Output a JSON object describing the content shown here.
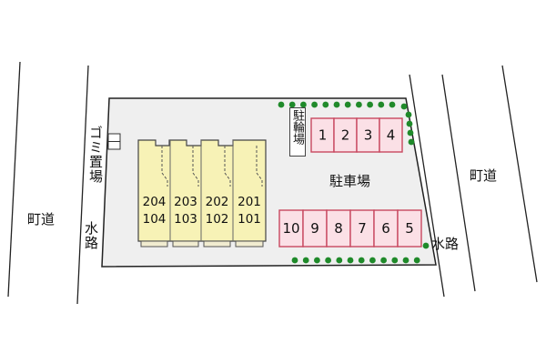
{
  "labels": {
    "road_left": "町道",
    "road_right": "町道",
    "waterway_left": "水路",
    "waterway_right": "水路",
    "garbage": "ゴミ置場",
    "bicycle_parking": "駐輪場",
    "parking_lot": "駐車場"
  },
  "parking": {
    "top_row": [
      "1",
      "2",
      "3",
      "4"
    ],
    "bottom_row": [
      "10",
      "9",
      "8",
      "7",
      "6",
      "5"
    ]
  },
  "units": [
    {
      "upper": "204",
      "lower": "104"
    },
    {
      "upper": "203",
      "lower": "103"
    },
    {
      "upper": "202",
      "lower": "102"
    },
    {
      "upper": "201",
      "lower": "101"
    }
  ],
  "colors": {
    "lot": "#efefef",
    "building": "#f7f2b6",
    "parking_slot": "#fbe0e6",
    "parking_border": "#c8485f",
    "hedge": "#1f8a2a"
  }
}
